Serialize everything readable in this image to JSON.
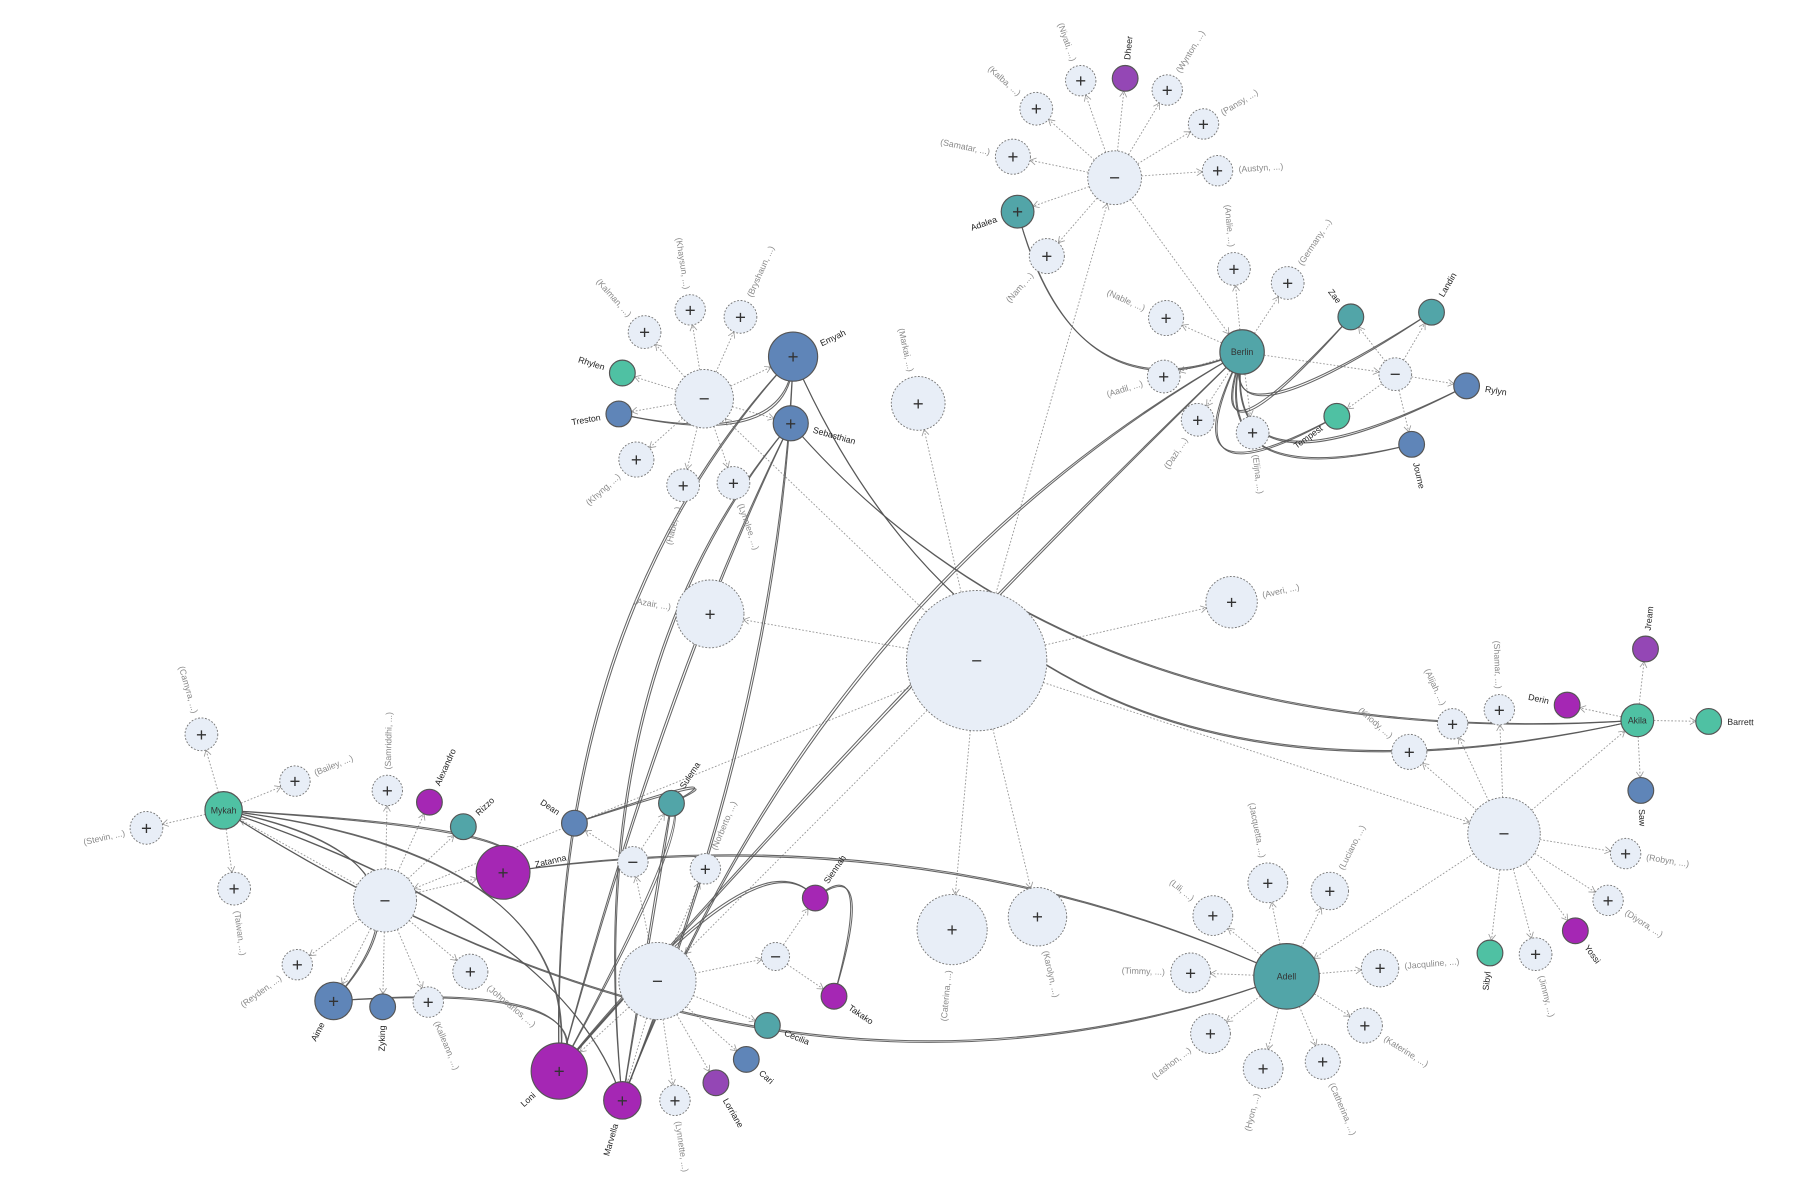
{
  "colors": {
    "teal": "#52a5a8",
    "green": "#4fc1a3",
    "blue": "#5f85b8",
    "purple": "#a527b4",
    "violet": "#9447b5",
    "group_fill": "#e8eef7",
    "link": "#555555"
  },
  "nodes": [
    {
      "id": "hub",
      "label": "",
      "symbol": "−",
      "parent": null
    },
    {
      "id": "top",
      "label": "",
      "symbol": "−",
      "parent": "hub"
    },
    {
      "id": "kalba",
      "label": "(Kalba, ...)",
      "symbol": "+",
      "parent": "top"
    },
    {
      "id": "niyati",
      "label": "(Niyati, ...)",
      "symbol": "+",
      "parent": "top"
    },
    {
      "id": "dheer",
      "label": "Dheer",
      "symbol": "",
      "color": "violet",
      "parent": "top"
    },
    {
      "id": "wynton",
      "label": "(Wynton, ...)",
      "symbol": "+",
      "parent": "top"
    },
    {
      "id": "pansy",
      "label": "(Pansy, ...)",
      "symbol": "+",
      "parent": "top"
    },
    {
      "id": "austyn",
      "label": "(Austyn, ...)",
      "symbol": "+",
      "parent": "top"
    },
    {
      "id": "samatar",
      "label": "(Samatar, ...)",
      "symbol": "+",
      "parent": "top"
    },
    {
      "id": "adalea",
      "label": "Adalea",
      "symbol": "+",
      "color": "teal",
      "parent": "top"
    },
    {
      "id": "nam",
      "label": "(Nam, ...)",
      "symbol": "+",
      "parent": "top"
    },
    {
      "id": "berlin",
      "label": "Berlin",
      "symbol": "",
      "color": "teal",
      "inside": true,
      "parent": "top"
    },
    {
      "id": "analie",
      "label": "(Analie, ...)",
      "symbol": "+",
      "parent": "berlin"
    },
    {
      "id": "germany",
      "label": "(Germany, ...)",
      "symbol": "+",
      "parent": "berlin"
    },
    {
      "id": "nable",
      "label": "(Nable, ...)",
      "symbol": "+",
      "parent": "berlin"
    },
    {
      "id": "aadil",
      "label": "(Aadil, ...)",
      "symbol": "+",
      "parent": "berlin"
    },
    {
      "id": "dazi",
      "label": "(Dazi, ...)",
      "symbol": "+",
      "parent": "berlin"
    },
    {
      "id": "elijna",
      "label": "(Elijna, ...)",
      "symbol": "+",
      "parent": "berlin"
    },
    {
      "id": "bsub",
      "label": "",
      "symbol": "−",
      "parent": "berlin"
    },
    {
      "id": "zae",
      "label": "Zae",
      "symbol": "",
      "color": "teal",
      "parent": "bsub"
    },
    {
      "id": "landin",
      "label": "Landin",
      "symbol": "",
      "color": "teal",
      "parent": "bsub"
    },
    {
      "id": "rylyn",
      "label": "Rylyn",
      "symbol": "",
      "color": "blue",
      "parent": "bsub"
    },
    {
      "id": "tempest",
      "label": "Tempest",
      "symbol": "",
      "color": "green",
      "parent": "bsub"
    },
    {
      "id": "journe",
      "label": "Journe",
      "symbol": "",
      "color": "blue",
      "parent": "bsub"
    },
    {
      "id": "left",
      "label": "",
      "symbol": "−",
      "parent": "hub"
    },
    {
      "id": "kalman",
      "label": "(Kalman, ...)",
      "symbol": "+",
      "parent": "left"
    },
    {
      "id": "khaysun",
      "label": "(Khaysun, ...)",
      "symbol": "+",
      "parent": "left"
    },
    {
      "id": "bryshaun",
      "label": "(Bryshaun, ...)",
      "symbol": "+",
      "parent": "left"
    },
    {
      "id": "rhylen",
      "label": "Rhylen",
      "symbol": "",
      "color": "green",
      "parent": "left"
    },
    {
      "id": "treston",
      "label": "Treston",
      "symbol": "",
      "color": "blue",
      "parent": "left"
    },
    {
      "id": "khyng",
      "label": "(Khyng, ...)",
      "symbol": "+",
      "parent": "left"
    },
    {
      "id": "habe",
      "label": "(Habe, ...)",
      "symbol": "+",
      "parent": "left"
    },
    {
      "id": "lynnlee",
      "label": "(Lynnlee, ...)",
      "symbol": "+",
      "parent": "left"
    },
    {
      "id": "emyah",
      "label": "Emyah",
      "symbol": "+",
      "color": "blue",
      "parent": "left"
    },
    {
      "id": "sebasthian",
      "label": "Sebasthian",
      "symbol": "+",
      "color": "blue",
      "parent": "left"
    },
    {
      "id": "markai",
      "label": "(Markai, ...)",
      "symbol": "+",
      "parent": "hub"
    },
    {
      "id": "azair",
      "label": "(Azair, ...)",
      "symbol": "+",
      "parent": "hub"
    },
    {
      "id": "averi",
      "label": "(Averi, ...)",
      "symbol": "+",
      "parent": "hub"
    },
    {
      "id": "caterina",
      "label": "(Caterina, ...)",
      "symbol": "+",
      "parent": "hub"
    },
    {
      "id": "karolyn",
      "label": "(Karolyn, ...)",
      "symbol": "+",
      "parent": "hub"
    },
    {
      "id": "bl",
      "label": "",
      "symbol": "−",
      "parent": "hub"
    },
    {
      "id": "samriddhi",
      "label": "(Samriddhi, ...)",
      "symbol": "+",
      "parent": "bl"
    },
    {
      "id": "alexandro",
      "label": "Alexandro",
      "symbol": "",
      "color": "purple",
      "parent": "bl"
    },
    {
      "id": "rizzo",
      "label": "Rizzo",
      "symbol": "",
      "color": "teal",
      "parent": "bl"
    },
    {
      "id": "zatanna",
      "label": "Zatanna",
      "symbol": "+",
      "color": "purple",
      "parent": "bl"
    },
    {
      "id": "reyden",
      "label": "(Reyden, ...)",
      "symbol": "+",
      "parent": "bl"
    },
    {
      "id": "aime",
      "label": "Aime",
      "symbol": "+",
      "color": "blue",
      "parent": "bl"
    },
    {
      "id": "zyking",
      "label": "Zyking",
      "symbol": "",
      "color": "blue",
      "parent": "bl"
    },
    {
      "id": "kalleann",
      "label": "(Kalleann, ...)",
      "symbol": "+",
      "parent": "bl"
    },
    {
      "id": "johncarlos",
      "label": "(Johncarlos, ...)",
      "symbol": "+",
      "parent": "bl"
    },
    {
      "id": "mykah",
      "label": "Mykah",
      "symbol": "",
      "color": "green",
      "inside": true,
      "parent": "bl"
    },
    {
      "id": "camyra",
      "label": "(Camyra, ...)",
      "symbol": "+",
      "parent": "mykah"
    },
    {
      "id": "bailey",
      "label": "(Bailey, ...)",
      "symbol": "+",
      "parent": "mykah"
    },
    {
      "id": "stevin",
      "label": "(Stevin, ...)",
      "symbol": "+",
      "parent": "mykah"
    },
    {
      "id": "taiwan",
      "label": "(Taiwan, ...)",
      "symbol": "+",
      "parent": "mykah"
    },
    {
      "id": "bc",
      "label": "",
      "symbol": "−",
      "parent": "hub"
    },
    {
      "id": "dsub",
      "label": "",
      "symbol": "−",
      "parent": "bc"
    },
    {
      "id": "dean",
      "label": "Dean",
      "symbol": "",
      "color": "blue",
      "parent": "dsub"
    },
    {
      "id": "sulema",
      "label": "Sulema",
      "symbol": "",
      "color": "teal",
      "parent": "dsub"
    },
    {
      "id": "norberto",
      "label": "(Norberto, ...)",
      "symbol": "+",
      "parent": "bc"
    },
    {
      "id": "ssub",
      "label": "",
      "symbol": "−",
      "parent": "bc"
    },
    {
      "id": "siennah",
      "label": "Siennah",
      "symbol": "",
      "color": "purple",
      "parent": "ssub"
    },
    {
      "id": "takako",
      "label": "Takako",
      "symbol": "",
      "color": "purple",
      "parent": "ssub"
    },
    {
      "id": "cecilia",
      "label": "Cecilia",
      "symbol": "",
      "color": "teal",
      "parent": "bc"
    },
    {
      "id": "cari",
      "label": "Cari",
      "symbol": "",
      "color": "blue",
      "parent": "bc"
    },
    {
      "id": "lorriane",
      "label": "Lorriane",
      "symbol": "",
      "color": "violet",
      "parent": "bc"
    },
    {
      "id": "lynnette",
      "label": "(Lynnette, ...)",
      "symbol": "+",
      "parent": "bc"
    },
    {
      "id": "marvella",
      "label": "Marvella",
      "symbol": "+",
      "color": "purple",
      "parent": "bc"
    },
    {
      "id": "loni",
      "label": "Loni",
      "symbol": "+",
      "color": "purple",
      "parent": "bc"
    },
    {
      "id": "right",
      "label": "",
      "symbol": "−",
      "parent": "hub"
    },
    {
      "id": "khody",
      "label": "(Khody, ...)",
      "symbol": "+",
      "parent": "right"
    },
    {
      "id": "alijah",
      "label": "(Alijah, ...)",
      "symbol": "+",
      "parent": "right"
    },
    {
      "id": "shamar",
      "label": "(Shamar, ...)",
      "symbol": "+",
      "parent": "right"
    },
    {
      "id": "akila",
      "label": "Akila",
      "symbol": "",
      "color": "green",
      "inside": true,
      "parent": "right"
    },
    {
      "id": "robyn",
      "label": "(Robyn, ...)",
      "symbol": "+",
      "parent": "right"
    },
    {
      "id": "diyora",
      "label": "(Diyora, ...)",
      "symbol": "+",
      "parent": "right"
    },
    {
      "id": "yossi",
      "label": "Yossi",
      "symbol": "",
      "color": "purple",
      "parent": "right"
    },
    {
      "id": "jimmy",
      "label": "(Jimmy, ...)",
      "symbol": "+",
      "parent": "right"
    },
    {
      "id": "sibyl",
      "label": "Sibyl",
      "symbol": "",
      "color": "green",
      "parent": "right"
    },
    {
      "id": "jream",
      "label": "Jream",
      "symbol": "",
      "color": "violet",
      "parent": "akila"
    },
    {
      "id": "derin",
      "label": "Derin",
      "symbol": "",
      "color": "purple",
      "parent": "akila"
    },
    {
      "id": "barrett",
      "label": "Barrett",
      "symbol": "",
      "color": "green",
      "parent": "akila"
    },
    {
      "id": "saw",
      "label": "Saw",
      "symbol": "",
      "color": "blue",
      "parent": "akila"
    },
    {
      "id": "adell",
      "label": "Adell",
      "symbol": "",
      "color": "teal",
      "inside": true,
      "parent": "right"
    },
    {
      "id": "jacquetta",
      "label": "(Jacquetta, ...)",
      "symbol": "+",
      "parent": "adell"
    },
    {
      "id": "luciano",
      "label": "(Luciano, ...)",
      "symbol": "+",
      "parent": "adell"
    },
    {
      "id": "lili",
      "label": "(Lili, ...)",
      "symbol": "+",
      "parent": "adell"
    },
    {
      "id": "timmy",
      "label": "(Timmy, ...)",
      "symbol": "+",
      "parent": "adell"
    },
    {
      "id": "jacquline",
      "label": "(Jacquline, ...)",
      "symbol": "+",
      "parent": "adell"
    },
    {
      "id": "katerine",
      "label": "(Katerine, ...)",
      "symbol": "+",
      "parent": "adell"
    },
    {
      "id": "catherina",
      "label": "(Catherina, ...)",
      "symbol": "+",
      "parent": "adell"
    },
    {
      "id": "hyon",
      "label": "(Hyon, ...)",
      "symbol": "+",
      "parent": "adell"
    },
    {
      "id": "lashon",
      "label": "(Lashon, ...)",
      "symbol": "+",
      "parent": "adell"
    }
  ],
  "relations": [
    [
      "adalea",
      "berlin"
    ],
    [
      "emyah",
      "treston"
    ],
    [
      "emyah",
      "loni"
    ],
    [
      "emyah",
      "marvella"
    ],
    [
      "sebasthian",
      "loni"
    ],
    [
      "sebasthian",
      "marvella"
    ],
    [
      "berlin",
      "loni"
    ],
    [
      "berlin",
      "marvella"
    ],
    [
      "berlin",
      "zae"
    ],
    [
      "berlin",
      "landin"
    ],
    [
      "berlin",
      "rylyn"
    ],
    [
      "berlin",
      "tempest"
    ],
    [
      "berlin",
      "journe"
    ],
    [
      "mykah",
      "zatanna"
    ],
    [
      "mykah",
      "aime"
    ],
    [
      "mykah",
      "loni"
    ],
    [
      "mykah",
      "marvella"
    ],
    [
      "mykah",
      "adell"
    ],
    [
      "adell",
      "zatanna"
    ],
    [
      "sebasthian",
      "akila"
    ],
    [
      "aime",
      "loni"
    ],
    [
      "dean",
      "sulema"
    ],
    [
      "sulema",
      "loni"
    ],
    [
      "sulema",
      "marvella"
    ],
    [
      "siennah",
      "takako"
    ],
    [
      "siennah",
      "loni"
    ],
    [
      "emyah",
      "akila"
    ]
  ]
}
